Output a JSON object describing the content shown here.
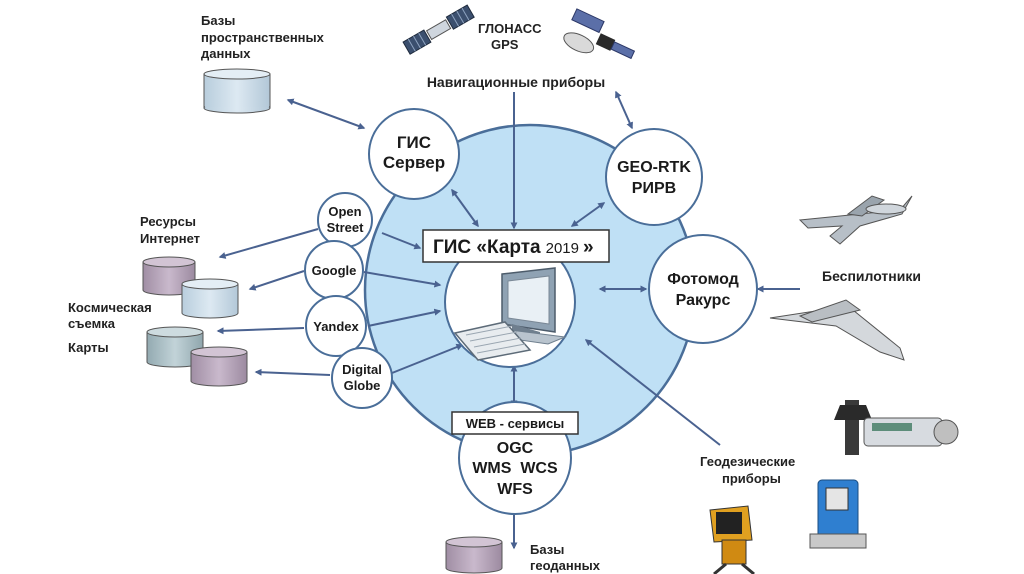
{
  "center": {
    "title": "ГИС «Карта",
    "year": "2019",
    "close": "»"
  },
  "nodes": {
    "gis_server": [
      "ГИС",
      "Сервер"
    ],
    "geo_rtk": [
      "GEO-RTK",
      "РИРВ"
    ],
    "fotomod": [
      "Фотомод",
      "Ракурс"
    ],
    "open_street": [
      "Open",
      "Street"
    ],
    "google": "Google",
    "yandex": "Yandex",
    "digital_globe": [
      "Digital",
      "Globe"
    ],
    "web_services_title": "WEB - сервисы",
    "web_services": [
      "OGC",
      "WMS  WCS",
      "WFS"
    ]
  },
  "labels": {
    "spatial_db": [
      "Базы",
      "пространственных",
      "данных"
    ],
    "glonass": [
      "ГЛОНАСС",
      "GPS"
    ],
    "nav_devices": "Навигационные приборы",
    "internet_resources": [
      "Ресурсы",
      "Интернет"
    ],
    "space_imagery": [
      "Космическая",
      "съемка"
    ],
    "maps": "Карты",
    "drones": "Беспилотники",
    "geodetic_devices": [
      "Геодезические",
      "приборы"
    ],
    "geodata_db": [
      "Базы",
      "геоданных"
    ]
  },
  "colors": {
    "ring_fill": "#bfe0f5",
    "ring_stroke": "#4a6e99",
    "arrow": "#4a6290",
    "db_blue": "#c9dcea",
    "db_purple": "#b5a3b8",
    "db_teal": "#a9bec4"
  }
}
